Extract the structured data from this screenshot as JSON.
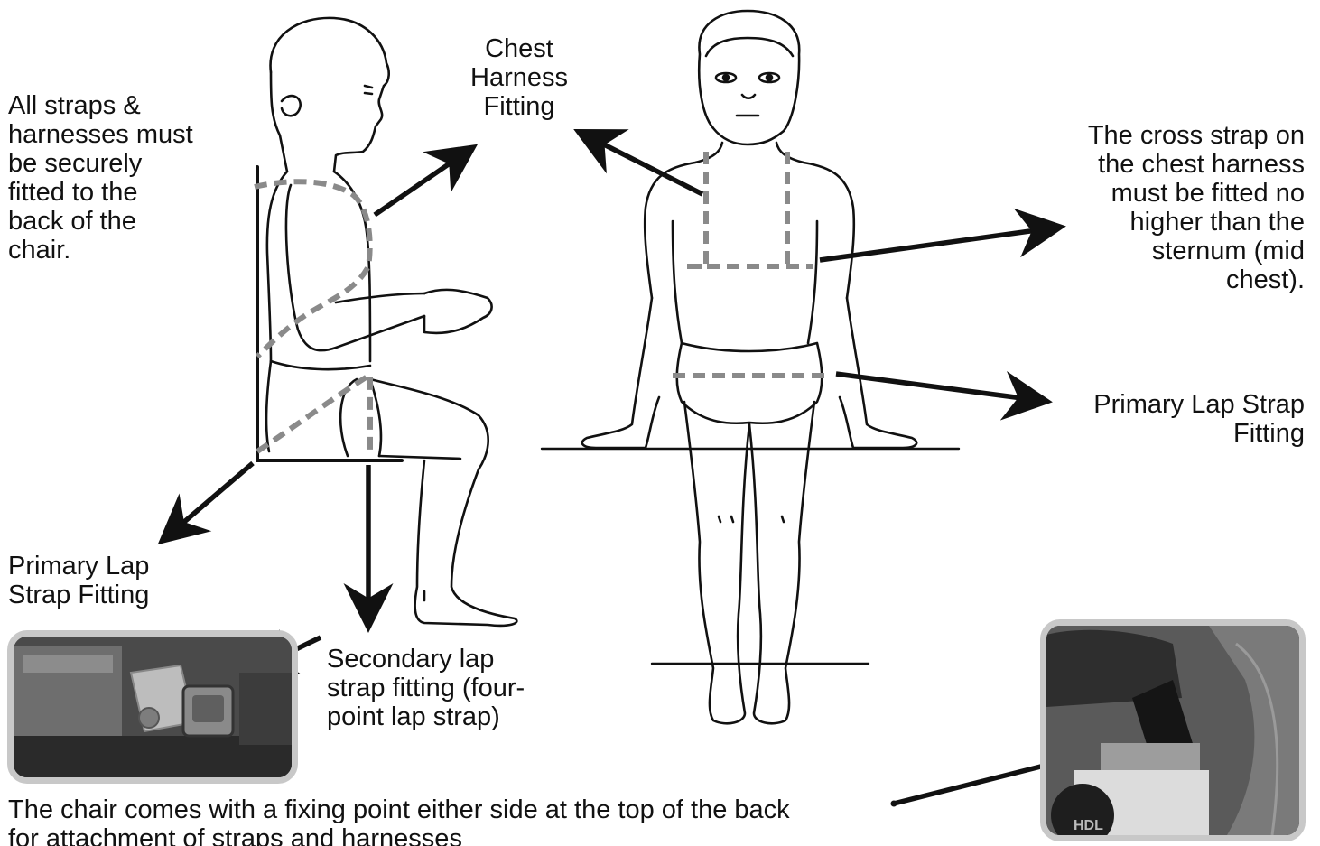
{
  "labels": {
    "all_straps_l1": "All straps &",
    "all_straps_l2": "harnesses must",
    "all_straps_l3": "be securely",
    "all_straps_l4": "fitted to the",
    "all_straps_l5": "back of the",
    "all_straps_l6": "chair.",
    "chest_l1": "Chest",
    "chest_l2": "Harness",
    "chest_l3": "Fitting",
    "cross_l1": "The cross strap on",
    "cross_l2": "the chest harness",
    "cross_l3": "must be fitted no",
    "cross_l4": "higher than the",
    "cross_l5": "sternum (mid",
    "cross_l6": "chest).",
    "primary_left_l1": "Primary Lap",
    "primary_left_l2": "Strap Fitting",
    "primary_right_l1": "Primary Lap Strap",
    "primary_right_l2": "Fitting",
    "secondary_l1": "Secondary lap",
    "secondary_l2": "strap fitting (four-",
    "secondary_l3": "point lap strap)",
    "chair_l1": "The chair comes with a fixing point either side at the top of the back",
    "chair_l2": "for attachment of straps and harnesses"
  },
  "colors": {
    "line": "#111111",
    "strap_dash": "#8a8a8a",
    "photo_border": "#c8c8c8"
  }
}
